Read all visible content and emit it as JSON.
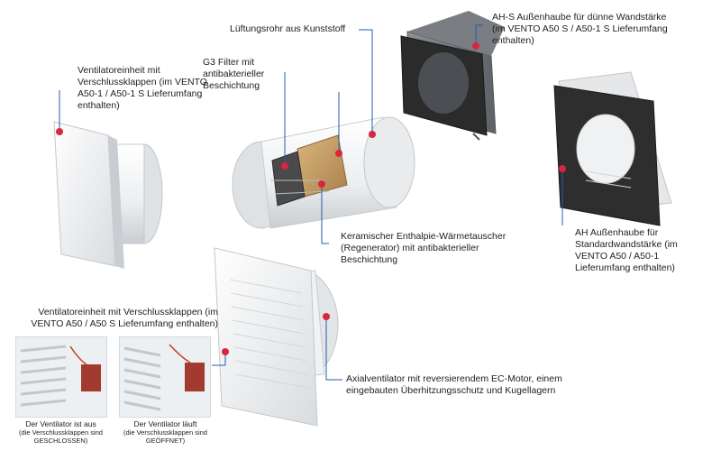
{
  "labels": {
    "fan_unit_top": "Ventilatoreinheit mit Verschlussklappen (im VENTO A50-1 / A50-1 S Lieferumfang enthalten)",
    "filter": "G3 Filter mit antibakterieller Beschichtung",
    "pipe": "Lüftungsrohr aus Kunststoff",
    "hood_ah_s": "AH-S Außenhaube für dünne Wandstärke (im VENTO A50 S / A50-1 S Lieferumfang enthalten)",
    "hood_ah": "AH Außenhaube für Standardwandstärke (im VENTO A50 / A50-1 Lieferumfang enthalten)",
    "regenerator": "Keramischer Enthalpie-Wärmetauscher (Regenerator) mit antibakterieller Beschichtung",
    "fan_unit_bottom": "Ventilatoreinheit mit Verschlussklappen (im VENTO A50 / A50 S Lieferumfang enthalten)",
    "axial_fan": "Axialventilator mit reversierendem EC-Motor, einem eingebauten Überhitzungsschutz und Kugellagern"
  },
  "captions": {
    "fan_off": {
      "title": "Der Ventilator ist aus",
      "detail": "(die Verschlussklappen sind GESCHLOSSEN)"
    },
    "fan_on": {
      "title": "Der Ventilator läuft",
      "detail": "(die Verschlussklappen sind GEÖFFNET)"
    }
  },
  "colors": {
    "marker": "#d7263d",
    "leader_line": "#1f5fa8",
    "panel_white": "#f2f3f4",
    "hood_dark": "#2b2b2b",
    "regenerator_brown": "#c8a165"
  }
}
